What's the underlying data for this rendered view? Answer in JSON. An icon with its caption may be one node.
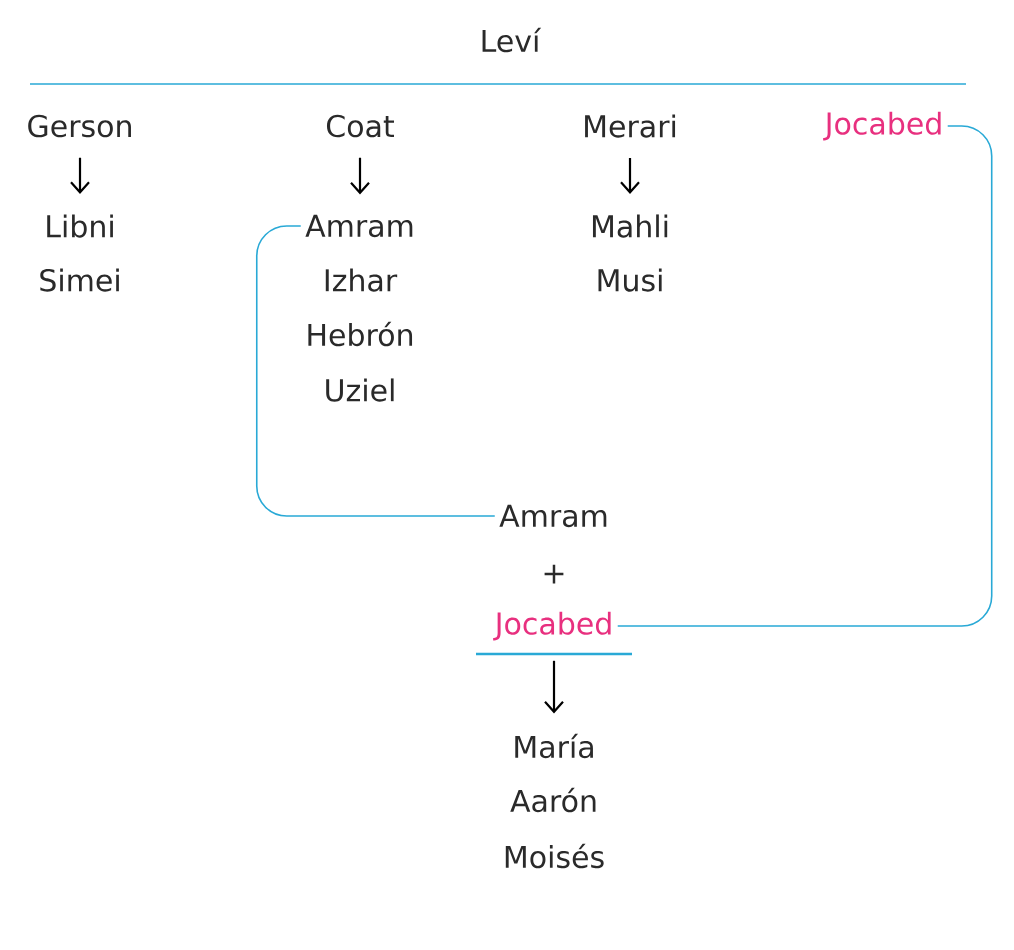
{
  "diagram": {
    "nodes": [
      {
        "text": [
          "Leví"
        ]
      },
      {
        "text": [
          "Gerson"
        ]
      },
      {
        "text": [
          "Coat"
        ]
      },
      {
        "text": [
          "Merari"
        ]
      },
      {
        "text": [
          "Jocabed"
        ]
      },
      {
        "text": [
          "Libni"
        ]
      },
      {
        "text": [
          "Simei"
        ]
      },
      {
        "text": [
          "Amram"
        ]
      },
      {
        "text": [
          "Izhar"
        ]
      },
      {
        "text": [
          "Hebrón"
        ]
      },
      {
        "text": [
          "Uziel"
        ]
      },
      {
        "text": [
          "Mahli"
        ]
      },
      {
        "text": [
          "Musi"
        ]
      },
      {
        "text": [
          "Amram"
        ]
      },
      {
        "text": [
          "Jocabed"
        ]
      },
      {
        "text": [
          "María"
        ]
      },
      {
        "text": [
          "Aarón"
        ]
      },
      {
        "text": [
          "Moisés"
        ]
      }
    ],
    "edges": [
      {
        "from": 1,
        "to": 5,
        "arrow": "to"
      },
      {
        "from": 2,
        "to": 7,
        "arrow": "to"
      },
      {
        "from": 3,
        "to": 11,
        "arrow": "to"
      },
      {
        "from": 7,
        "to": 13,
        "arrow": "none",
        "color": "#29a9d6"
      },
      {
        "from": 4,
        "to": 14,
        "arrow": "none",
        "color": "#29a9d6"
      },
      {
        "from": 14,
        "to": 15,
        "arrow": "to"
      }
    ],
    "labels": [
      "+"
    ]
  }
}
